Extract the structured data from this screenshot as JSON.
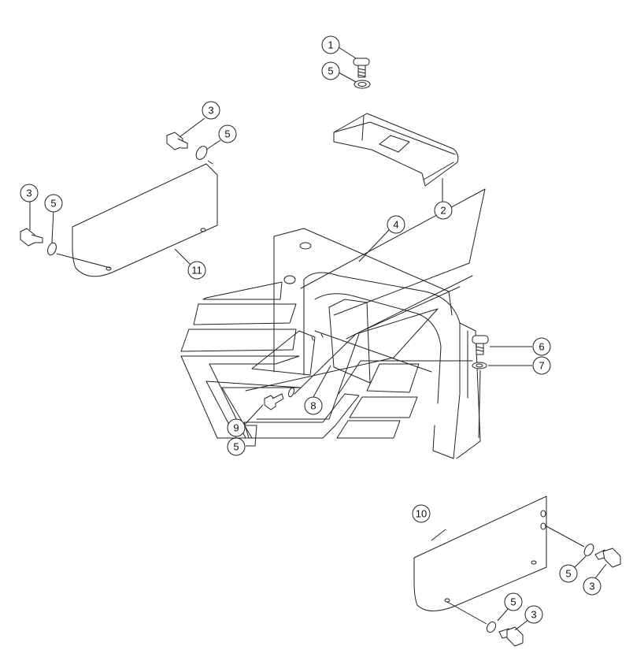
{
  "callouts": [
    {
      "id": "c1",
      "label": "1"
    },
    {
      "id": "c5a",
      "label": "5"
    },
    {
      "id": "c3a",
      "label": "3"
    },
    {
      "id": "c5b",
      "label": "5"
    },
    {
      "id": "c3b",
      "label": "3"
    },
    {
      "id": "c5c",
      "label": "5"
    },
    {
      "id": "c2",
      "label": "2"
    },
    {
      "id": "c4",
      "label": "4"
    },
    {
      "id": "c11",
      "label": "11"
    },
    {
      "id": "c6",
      "label": "6"
    },
    {
      "id": "c7",
      "label": "7"
    },
    {
      "id": "c8",
      "label": "8"
    },
    {
      "id": "c9",
      "label": "9"
    },
    {
      "id": "c5d",
      "label": "5"
    },
    {
      "id": "c10",
      "label": "10"
    },
    {
      "id": "c5e",
      "label": "5"
    },
    {
      "id": "c3c",
      "label": "3"
    },
    {
      "id": "c5f",
      "label": "5"
    },
    {
      "id": "c3d",
      "label": "3"
    }
  ]
}
